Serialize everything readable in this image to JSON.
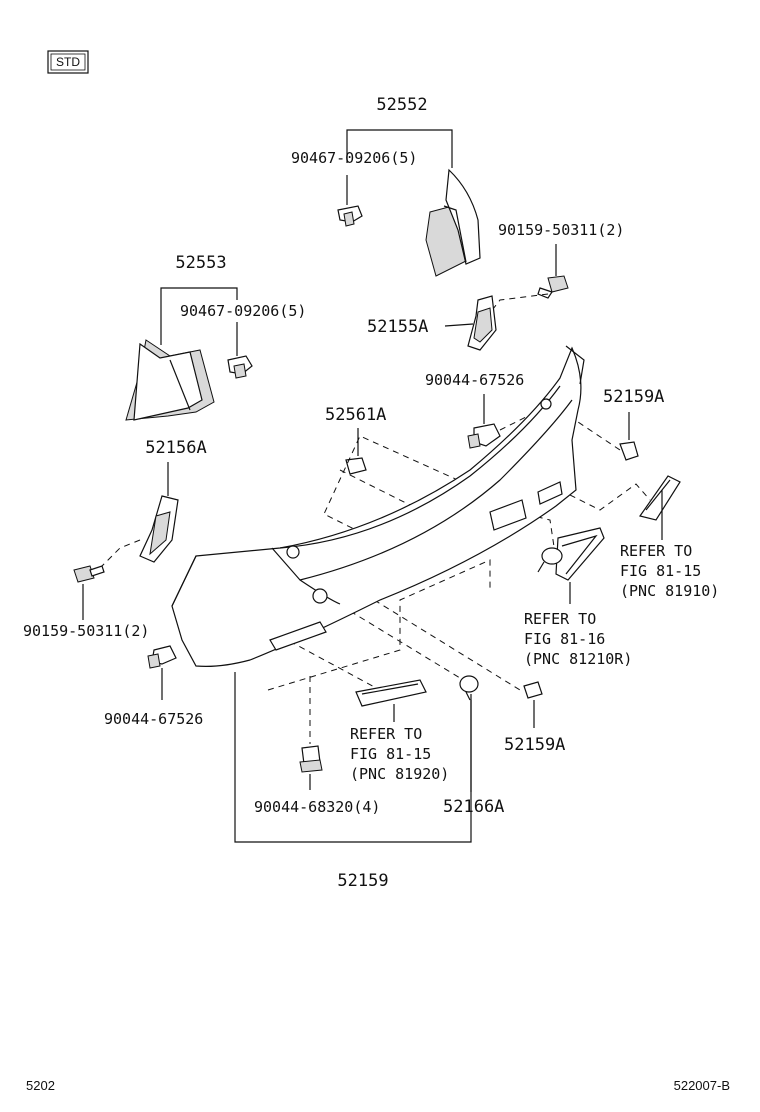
{
  "badge": "STD",
  "labels": {
    "p52552": "52552",
    "p90467_a": "90467-09206(5)",
    "p90159_a": "90159-50311(2)",
    "p52553": "52553",
    "p90467_b": "90467-09206(5)",
    "p52155A": "52155A",
    "p90044_a": "90044-67526",
    "p52159A_a": "52159A",
    "p52561A": "52561A",
    "p52156A": "52156A",
    "ref1_l1": "REFER TO",
    "ref1_l2": "FIG 81-15",
    "ref1_l3": "(PNC 81910)",
    "ref2_l1": "REFER TO",
    "ref2_l2": "FIG 81-16",
    "ref2_l3": "(PNC 81210R)",
    "p90159_b": "90159-50311(2)",
    "p90044_b": "90044-67526",
    "ref3_l1": "REFER TO",
    "ref3_l2": "FIG 81-15",
    "ref3_l3": "(PNC 81920)",
    "p52159A_b": "52159A",
    "p90044_c": "90044-68320(4)",
    "p52166A": "52166A",
    "p52159": "52159"
  },
  "footer": {
    "left": "5202",
    "right": "522007-B"
  }
}
